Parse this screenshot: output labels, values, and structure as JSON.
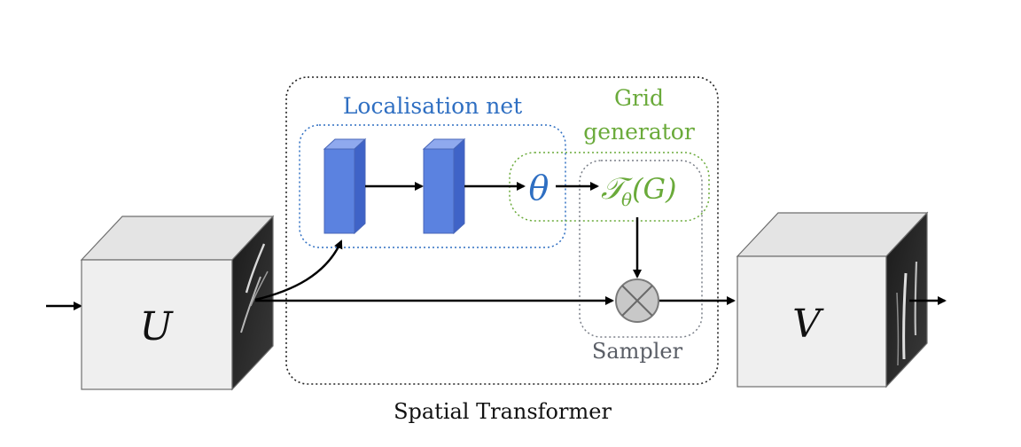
{
  "labels": {
    "localisation": "Localisation net",
    "grid_line1": "Grid",
    "grid_line2": "generator",
    "theta": "θ",
    "transform_T": "𝒯",
    "transform_sub": "θ",
    "transform_arg": "(G)",
    "sampler": "Sampler",
    "spatial_transformer": "Spatial Transformer",
    "input_symbol": "U",
    "output_symbol": "V",
    "sampler_op": "⊗"
  },
  "colors": {
    "localisation": "#2f6fc2",
    "grid": "#6aaa3a",
    "sampler_text": "#5a5e66",
    "blocks": "#5b82e0",
    "cube_face": "#efefef",
    "cube_edge": "#6e6e6e",
    "arrow": "#000000"
  },
  "icons": {
    "sampler_node": "circle-times-icon",
    "layer_blocks": "blue-cuboid-icon",
    "feature_maps": "grey-cube-icon"
  }
}
